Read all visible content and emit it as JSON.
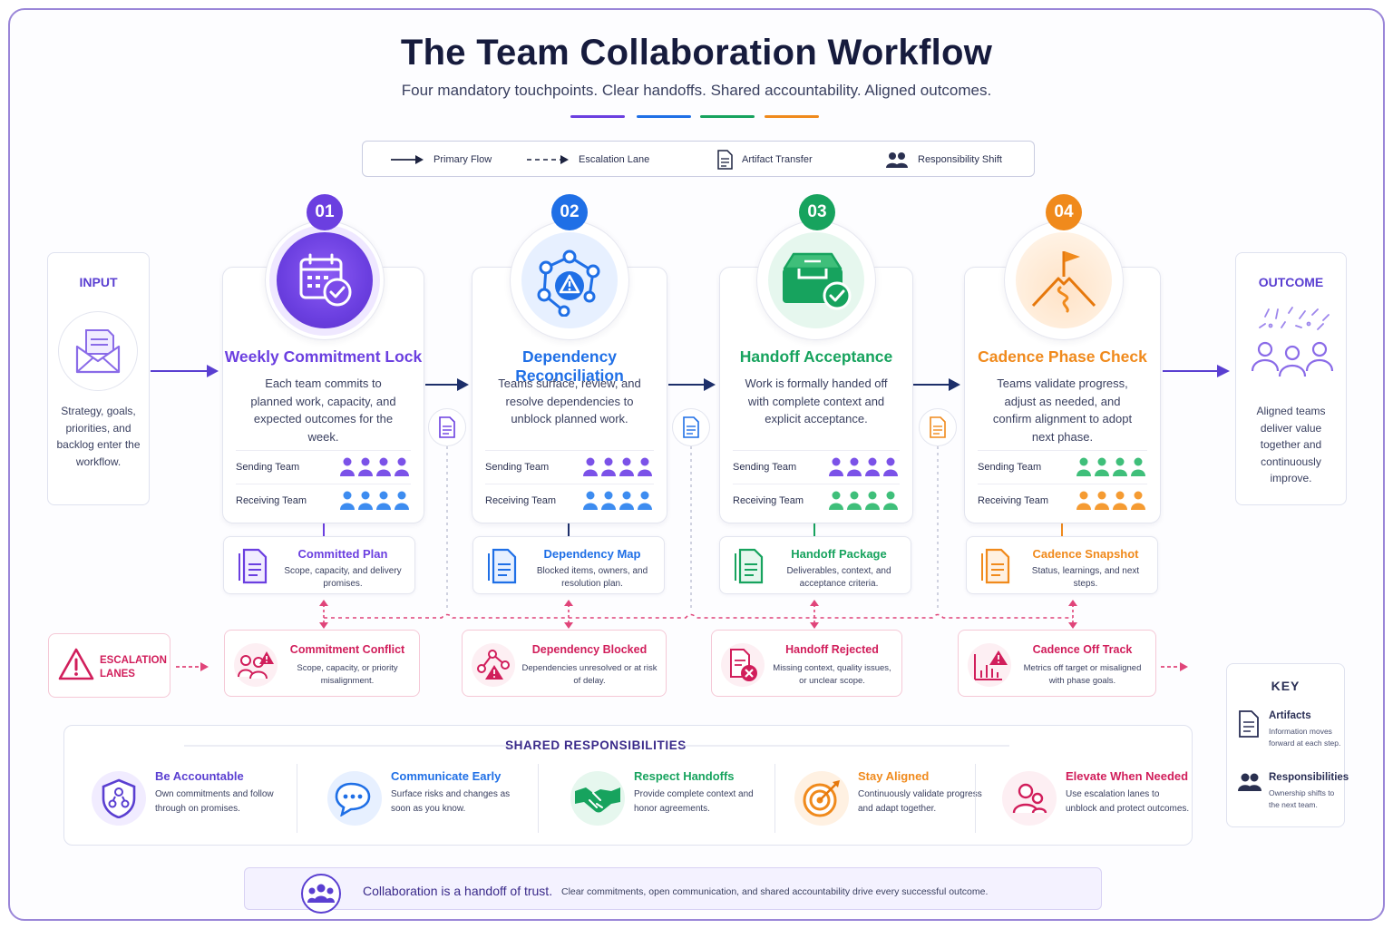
{
  "header": {
    "title": "The Team Collaboration Workflow",
    "subtitle": "Four mandatory touchpoints. Clear handoffs. Shared accountability. Aligned outcomes."
  },
  "legend": {
    "primary_flow": "Primary Flow",
    "escalation_lane": "Escalation Lane",
    "artifact_transfer": "Artifact Transfer",
    "responsibility_shift": "Responsibility Shift"
  },
  "input": {
    "title": "INPUT",
    "description": "Strategy, goals, priorities, and backlog enter the workflow."
  },
  "outcome": {
    "title": "OUTCOME",
    "description": "Aligned teams deliver value together and continuously improve."
  },
  "stages": [
    {
      "number": "01",
      "title": "Weekly Commitment Lock",
      "description": "Each team commits to planned work, capacity, and expected outcomes for the week.",
      "sending_label": "Sending Team",
      "receiving_label": "Receiving Team",
      "color": "#6b3fe0",
      "artifact_title": "Committed Plan",
      "artifact_desc": "Scope, capacity, and delivery promises."
    },
    {
      "number": "02",
      "title": "Dependency Reconciliation",
      "description": "Teams surface, review, and resolve dependencies to unblock planned work.",
      "sending_label": "Sending Team",
      "receiving_label": "Receiving Team",
      "color": "#1f6fe6",
      "artifact_title": "Dependency Map",
      "artifact_desc": "Blocked items, owners, and resolution plan."
    },
    {
      "number": "03",
      "title": "Handoff Acceptance",
      "description": "Work is formally handed off with complete context and explicit acceptance.",
      "sending_label": "Sending Team",
      "receiving_label": "Receiving Team",
      "color": "#17a35e",
      "artifact_title": "Handoff Package",
      "artifact_desc": "Deliverables, context, and acceptance criteria."
    },
    {
      "number": "04",
      "title": "Cadence Phase Check",
      "description": "Teams validate progress, adjust as needed, and confirm alignment to adopt next phase.",
      "sending_label": "Sending Team",
      "receiving_label": "Receiving Team",
      "color": "#f08a1c",
      "artifact_title": "Cadence Snapshot",
      "artifact_desc": "Status, learnings, and next steps."
    }
  ],
  "escalation": {
    "lane_label": "ESCALATION LANES",
    "items": [
      {
        "title": "Commitment Conflict",
        "desc": "Scope, capacity, or priority misalignment."
      },
      {
        "title": "Dependency Blocked",
        "desc": "Dependencies unresolved or at risk of delay."
      },
      {
        "title": "Handoff Rejected",
        "desc": "Missing context, quality issues, or unclear scope."
      },
      {
        "title": "Cadence Off Track",
        "desc": "Metrics off target or misaligned with phase goals."
      }
    ]
  },
  "shared": {
    "heading": "SHARED RESPONSIBILITIES",
    "items": [
      {
        "title": "Be Accountable",
        "desc": "Own commitments and follow through on promises.",
        "color": "#5a3fd1"
      },
      {
        "title": "Communicate Early",
        "desc": "Surface risks and changes as soon as you know.",
        "color": "#1f6fe6"
      },
      {
        "title": "Respect Handoffs",
        "desc": "Provide complete context and honor agreements.",
        "color": "#17a35e"
      },
      {
        "title": "Stay Aligned",
        "desc": "Continuously validate progress and adapt together.",
        "color": "#f08a1c"
      },
      {
        "title": "Elevate When Needed",
        "desc": "Use escalation lanes to unblock and protect outcomes.",
        "color": "#d11e5b"
      }
    ]
  },
  "key": {
    "title": "KEY",
    "artifacts_title": "Artifacts",
    "artifacts_desc": "Information moves forward at each step.",
    "responsibilities_title": "Responsibilities",
    "responsibilities_desc": "Ownership shifts to the next team."
  },
  "footer": {
    "main": "Collaboration is a handoff of trust.",
    "sub": "Clear commitments, open communication, and shared accountability drive every successful outcome."
  },
  "colors": {
    "primary": "#5a3fd1",
    "escalation": "#d11e5b",
    "ink": "#161b3d"
  }
}
